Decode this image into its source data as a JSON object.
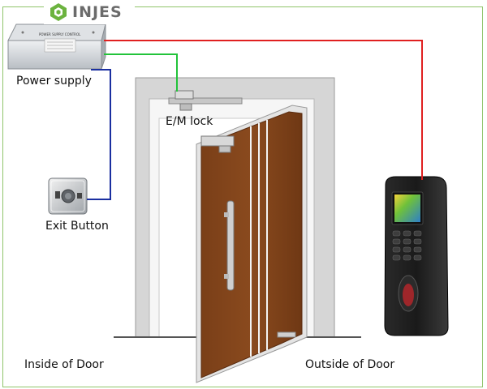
{
  "brand": {
    "name": "INJES",
    "color": "#6cb33f"
  },
  "components": {
    "power_supply": {
      "label": "Power supply",
      "panel_text": "POWER SUPPLY CONTROL"
    },
    "em_lock": {
      "label": "E/M lock"
    },
    "exit_button": {
      "label": "Exit Button"
    },
    "access_terminal": {
      "label": ""
    }
  },
  "areas": {
    "inside": "Inside of Door",
    "outside": "Outside of Door"
  },
  "wires": {
    "power_to_terminal": "#e02020",
    "power_to_lock": "#22c33a",
    "power_to_exit_button": "#1a2fa0"
  }
}
